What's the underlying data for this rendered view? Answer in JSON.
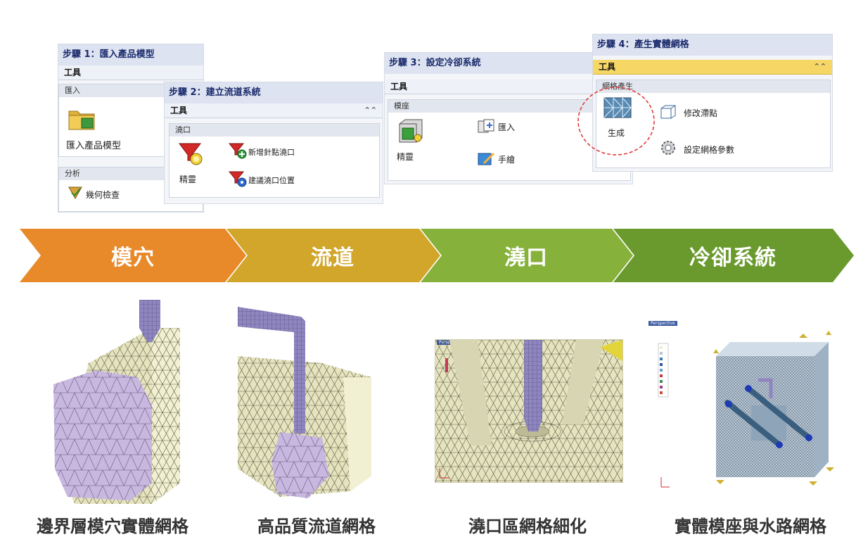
{
  "steps": [
    {
      "title": "步驟 1：匯入產品模型",
      "tools": "工具",
      "group1": "匯入",
      "item1": "匯入產品模型",
      "group2": "分析",
      "item2": "幾何檢查"
    },
    {
      "title": "步驟 2：建立流道系統",
      "tools": "工具",
      "group1": "澆口",
      "item_main": "精靈",
      "item_add": "新增針點澆口",
      "item_suggest": "建議澆口位置"
    },
    {
      "title": "步驟 3：設定冷卻系統",
      "tools": "工具",
      "group1": "模座",
      "item_main": "精靈",
      "item_import": "匯入",
      "item_draw": "手繪"
    },
    {
      "title": "步驟 4：產生實體網格",
      "tools": "工具",
      "group1": "網格產生",
      "item_generate": "生成",
      "item_modify": "修改滯點",
      "item_params": "設定網格參數"
    }
  ],
  "stages": [
    {
      "label": "模穴",
      "color": "#e8892a"
    },
    {
      "label": "流道",
      "color": "#d1a62a"
    },
    {
      "label": "澆口",
      "color": "#86b13a"
    },
    {
      "label": "冷卻系統",
      "color": "#6a9a2e"
    }
  ],
  "captions": [
    "邊界層模穴實體網格",
    "高品質流道網格",
    "澆口區網格細化",
    "實體模座與水路網格"
  ],
  "viewport_label": "Perspective",
  "icons": [
    "folder-import-icon",
    "geometry-check-icon",
    "gate-wizard-icon",
    "add-pin-gate-icon",
    "suggest-gate-icon",
    "mold-wizard-icon",
    "import-icon",
    "hand-draw-icon",
    "mesh-generate-icon",
    "modify-node-icon",
    "gear-icon"
  ]
}
